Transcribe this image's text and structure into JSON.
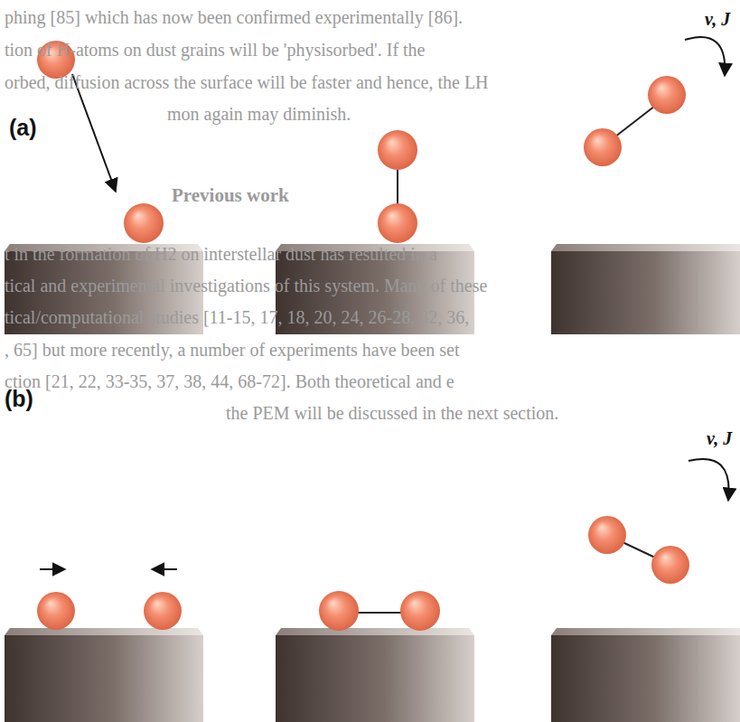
{
  "diagram": {
    "labels": [
      "phing [85] which has now been confirmed experimentally [86].",
      "v, J",
      "tion of H-atoms on dust grains will be 'physisorbed'. If the",
      "orbed, diffusion across the surface will be faster and hence, the LH",
      "(a)",
      "mon again may diminish.",
      "Previous work",
      "t in the formation of H2 on interstellar dust has resulted in a",
      "tical and experimental investigations of this system. Many of these",
      "tical/computational studies [11-15, 17, 18, 20, 24, 26-28, 32, 36,",
      ", 65] but more recently, a number of experiments have been set",
      "ction [21, 22, 33-35, 37, 38, 44, 68-72]. Both theoretical and e",
      "the PEM will be discussed in the next section.",
      "v, J",
      "(b)"
    ]
  }
}
